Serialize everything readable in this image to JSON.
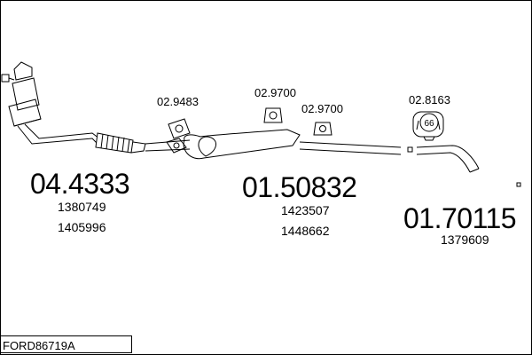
{
  "diagram": {
    "groups": [
      {
        "main": "04.4333",
        "refs": [
          "1380749",
          "1405996"
        ]
      },
      {
        "main": "01.50832",
        "refs": [
          "1423507",
          "1448662"
        ]
      },
      {
        "main": "01.70115",
        "refs": [
          "1379609"
        ]
      }
    ],
    "part_labels": [
      "02.9483",
      "02.9700",
      "02.9700",
      "02.8163"
    ],
    "clamp_size": "66",
    "code": "FORD86719A"
  }
}
